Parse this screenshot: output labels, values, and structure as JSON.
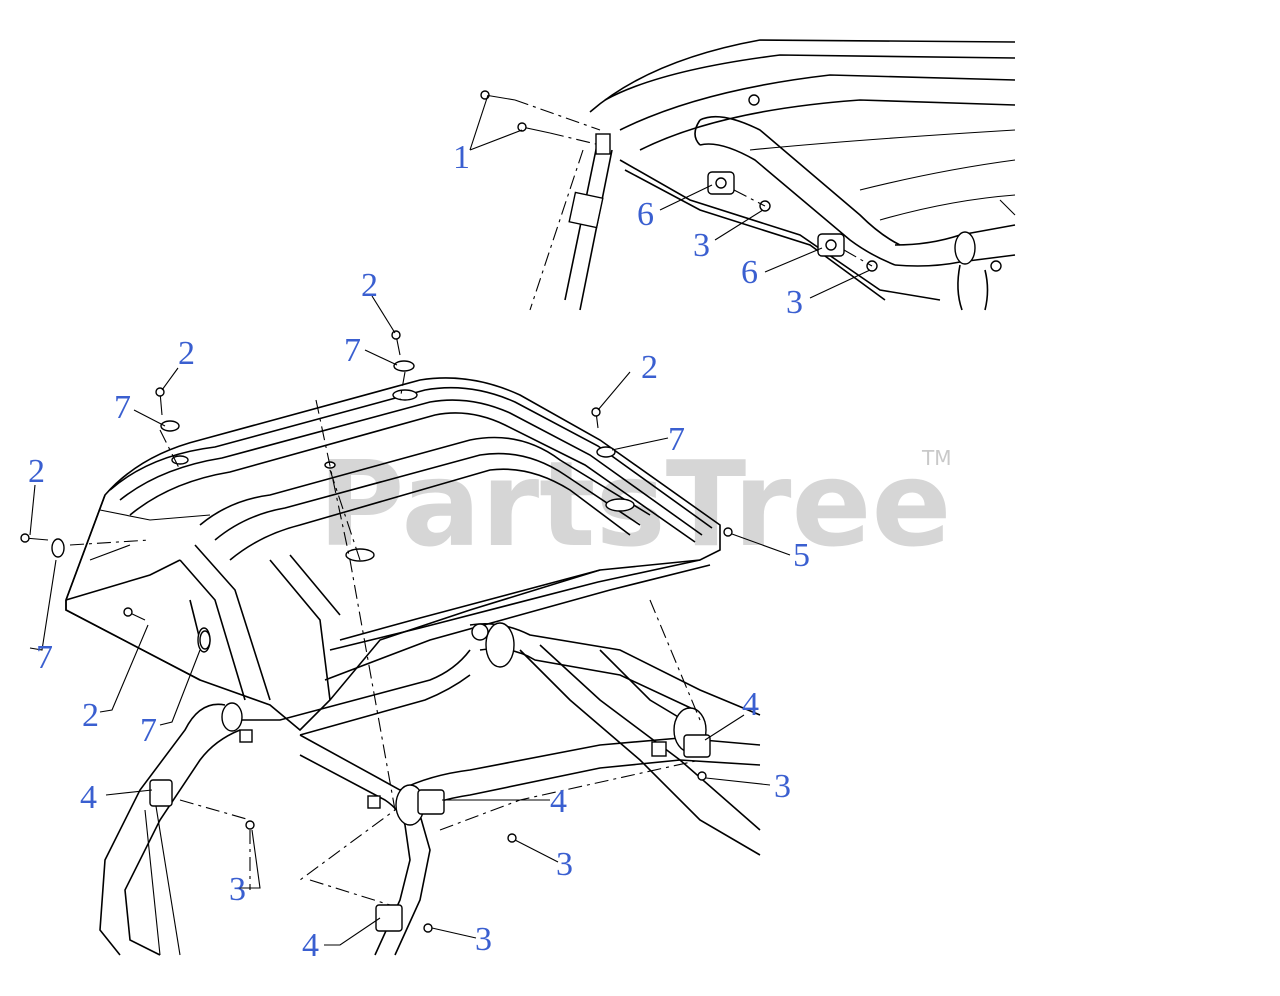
{
  "watermark": {
    "text": "PartsTree",
    "trademark": "TM"
  },
  "callouts": {
    "c1": "1",
    "c2a": "2",
    "c2b": "2",
    "c2c": "2",
    "c2d": "2",
    "c2e": "2",
    "c3a": "3",
    "c3b": "3",
    "c3c": "3",
    "c3d": "3",
    "c3e": "3",
    "c3f": "3",
    "c4a": "4",
    "c4b": "4",
    "c4c": "4",
    "c4d": "4",
    "c5": "5",
    "c6a": "6",
    "c6b": "6",
    "c7a": "7",
    "c7b": "7",
    "c7c": "7",
    "c7d": "7",
    "c7e": "7"
  },
  "colors": {
    "callout": "#3a5fd0",
    "line": "#000000",
    "watermark": "#c9c9c9"
  }
}
